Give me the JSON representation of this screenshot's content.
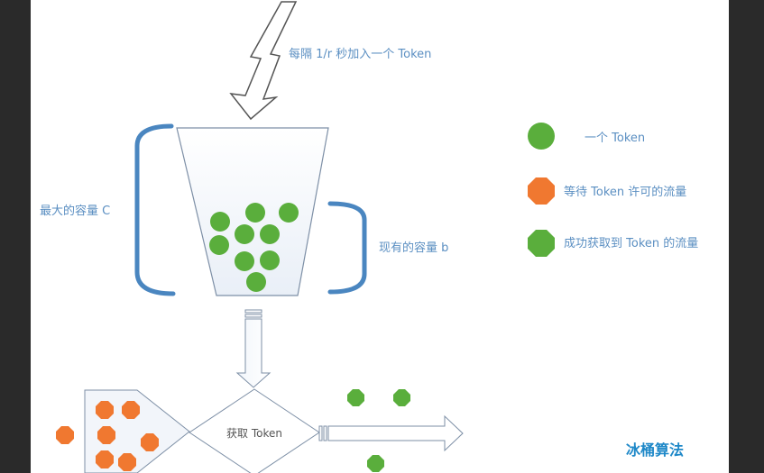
{
  "diagram": {
    "caption_arrow": "每隔 1/r 秒加入一个 Token",
    "label_max_capacity": "最大的容量 C",
    "label_current_capacity": "现有的容量 b",
    "label_gate": "获取 Token",
    "legend": [
      {
        "shape": "circle",
        "color": "#5aae3c",
        "label": "一个 Token"
      },
      {
        "shape": "octagon",
        "color": "#f07830",
        "label": "等待 Token 许可的流量"
      },
      {
        "shape": "octagon",
        "color": "#5aae3c",
        "label": "成功获取到 Token 的流量"
      }
    ],
    "corner_title": "冰桶算法",
    "colors": {
      "accent_blue": "#4a86c0",
      "label_blue": "#5b8fc2",
      "title_blue": "#1e88c8",
      "token_green": "#5aae3c",
      "wait_orange": "#f07830",
      "outline_gray": "#7d8fa6"
    }
  }
}
